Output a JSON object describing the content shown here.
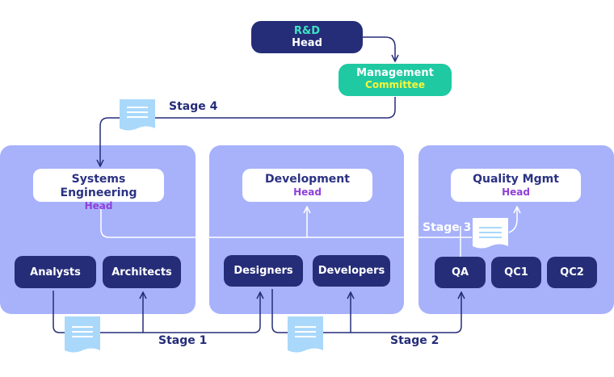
{
  "top": {
    "rd_head": {
      "line1": "R&D",
      "line2": "Head"
    },
    "committee": {
      "line1": "Management",
      "line2": "Committee"
    }
  },
  "panels": {
    "systems": {
      "title": "Systems Engineering",
      "sub": "Head",
      "chips": [
        "Analysts",
        "Architects"
      ]
    },
    "development": {
      "title": "Development",
      "sub": "Head",
      "chips": [
        "Designers",
        "Developers"
      ]
    },
    "quality": {
      "title": "Quality Mgmt",
      "sub": "Head",
      "chips": [
        "QA",
        "QC1",
        "QC2"
      ]
    }
  },
  "stages": {
    "s1": "Stage 1",
    "s2": "Stage 2",
    "s3": "Stage 3",
    "s4": "Stage 4"
  },
  "icons": [
    "document-icon"
  ],
  "colors": {
    "navy": "#252d78",
    "panel": "#a7b2fb",
    "teal": "#1fc9a2",
    "doc": "#a9d8fb",
    "sub": "#8e40d8"
  }
}
